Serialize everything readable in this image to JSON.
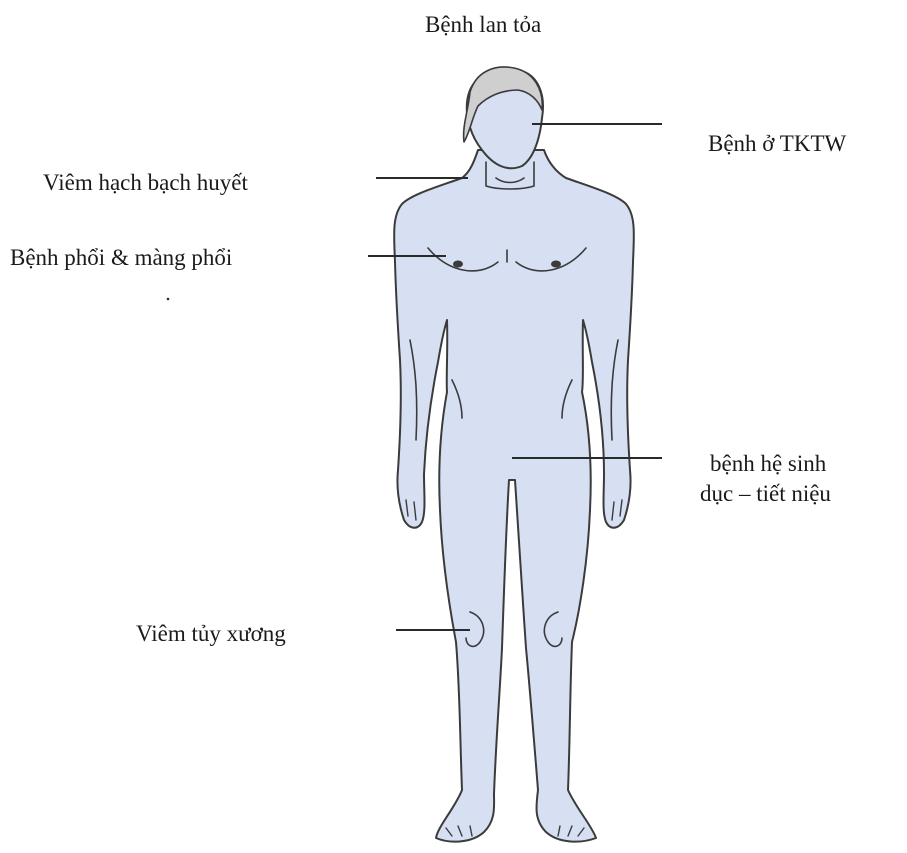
{
  "title": "Bệnh lan tỏa",
  "labels": {
    "cns": "Bệnh ở TKTW",
    "lymph": "Viêm hạch bạch huyết",
    "lung": "Bệnh phổi & màng phổi",
    "genito_line1": "bệnh hệ sinh",
    "genito_line2": "dục – tiết niệu",
    "bone": "Viêm tủy xương"
  },
  "colors": {
    "skin": "#d7e0f3",
    "hair": "#cfcfcf",
    "outline": "#3b3b3b",
    "leader_line": "#2a2a2a",
    "text": "#1a1a1a"
  }
}
